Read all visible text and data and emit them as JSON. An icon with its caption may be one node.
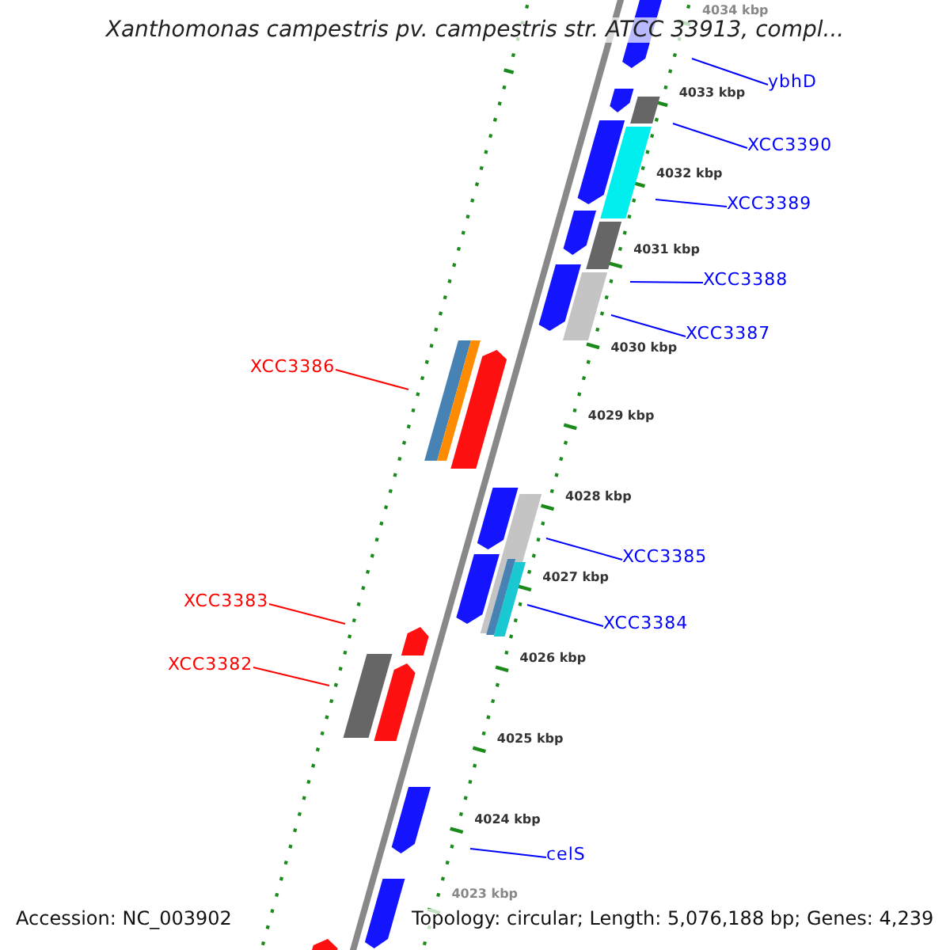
{
  "diagram": {
    "title": "Xanthomonas campestris pv. campestris str. ATCC 33913, compl...",
    "nodes": [
      {
        "text": [
          "ybhD"
        ]
      },
      {
        "text": [
          "XCC3390"
        ]
      },
      {
        "text": [
          "XCC3389"
        ]
      },
      {
        "text": [
          "XCC3388"
        ]
      },
      {
        "text": [
          "XCC3387"
        ]
      },
      {
        "text": [
          "XCC3386"
        ]
      },
      {
        "text": [
          "XCC3385"
        ]
      },
      {
        "text": [
          "XCC3384"
        ]
      },
      {
        "text": [
          "XCC3383"
        ]
      },
      {
        "text": [
          "XCC3382"
        ]
      },
      {
        "text": [
          "celS"
        ]
      }
    ],
    "edges": [
      {
        "from": 0,
        "to": null,
        "arrow": "none"
      },
      {
        "from": 1,
        "to": null,
        "arrow": "none"
      },
      {
        "from": 2,
        "to": null,
        "arrow": "none"
      },
      {
        "from": 3,
        "to": null,
        "arrow": "none"
      },
      {
        "from": 4,
        "to": null,
        "arrow": "none"
      },
      {
        "from": 5,
        "to": null,
        "arrow": "none",
        "color": "#ff0000"
      },
      {
        "from": 6,
        "to": null,
        "arrow": "none"
      },
      {
        "from": 7,
        "to": null,
        "arrow": "none"
      },
      {
        "from": 8,
        "to": null,
        "arrow": "none",
        "color": "#ff0000"
      },
      {
        "from": 9,
        "to": null,
        "arrow": "none",
        "color": "#ff0000"
      },
      {
        "from": 10,
        "to": null,
        "arrow": "none"
      }
    ],
    "labels": [
      "4034 kbp",
      "4033 kbp",
      "4032 kbp",
      "4031 kbp",
      "4030 kbp",
      "4029 kbp",
      "4028 kbp",
      "4027 kbp",
      "4026 kbp",
      "4025 kbp",
      "4024 kbp",
      "4023 kbp",
      "Accession: NC_003902",
      "Topology: circular; Length: 5,076,188 bp; Genes: 4,239"
    ]
  }
}
